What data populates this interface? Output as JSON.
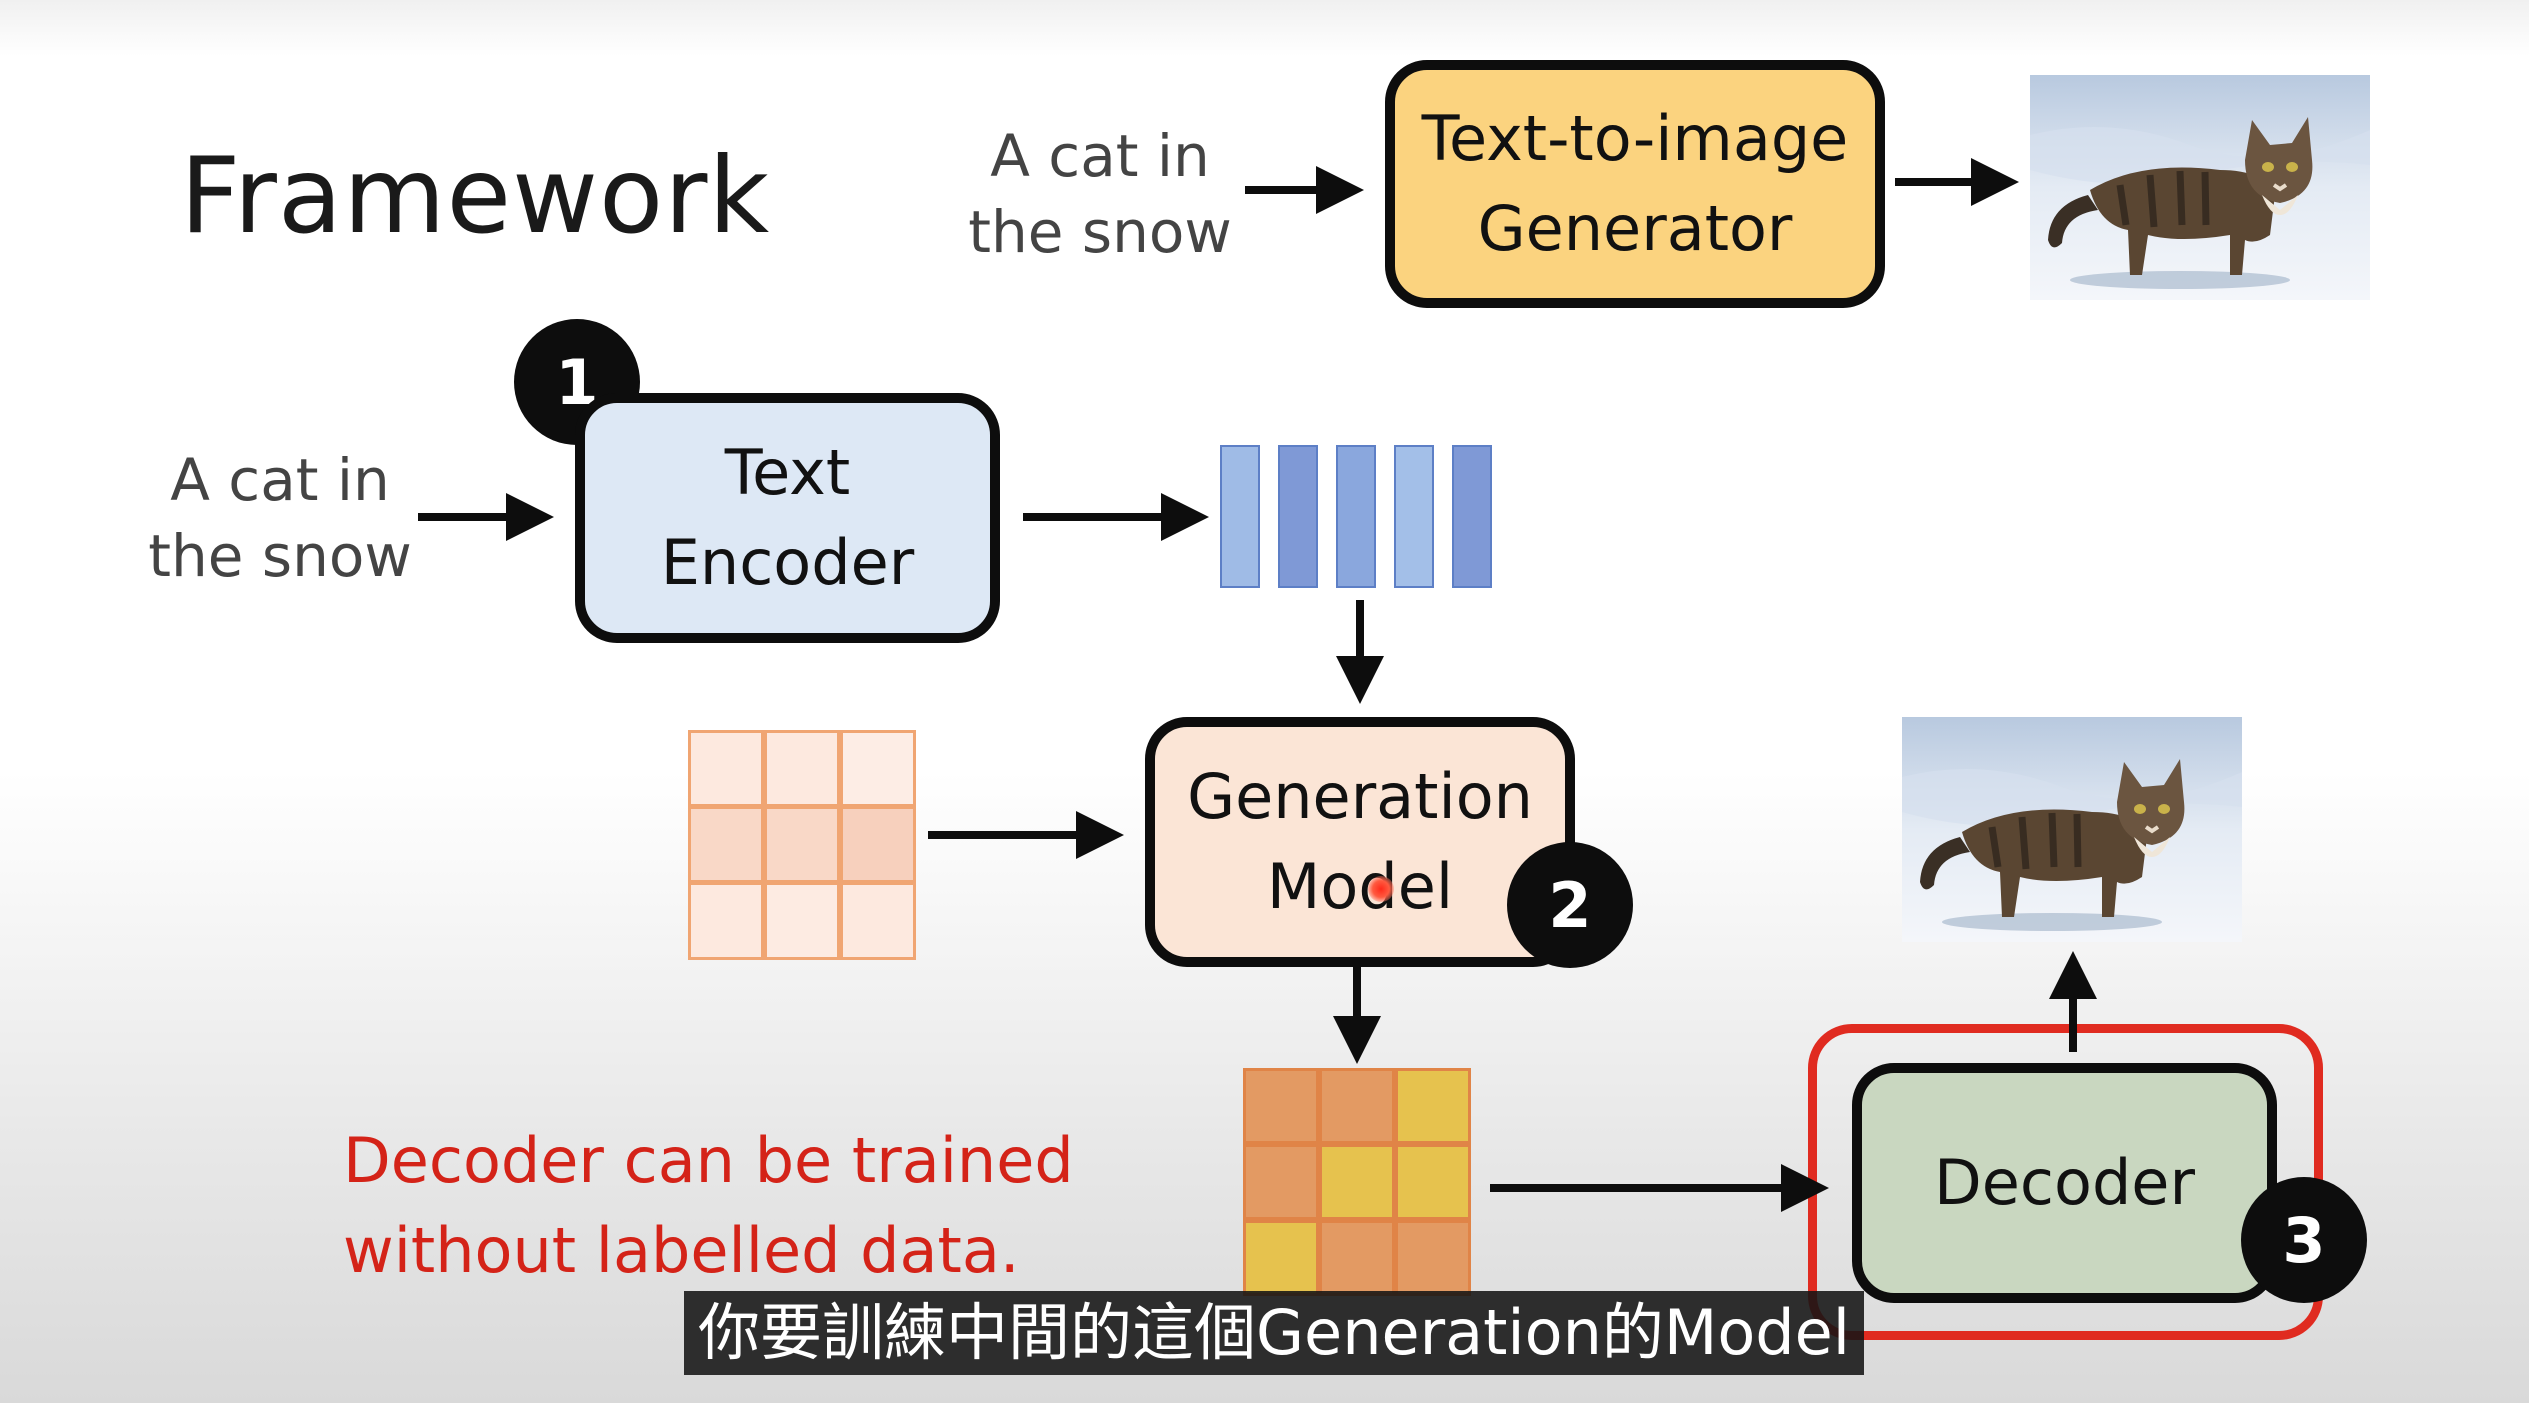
{
  "slide": {
    "title": "Framework",
    "top_prompt": [
      "A cat in",
      "the snow"
    ],
    "left_prompt": [
      "A cat in",
      "the snow"
    ],
    "generator_label": [
      "Text-to-image",
      "Generator"
    ],
    "encoder_label": [
      "Text",
      "Encoder"
    ],
    "generation_label": [
      "Generation",
      "Model"
    ],
    "decoder_label": "Decoder",
    "badges": [
      "1",
      "2",
      "3"
    ],
    "note": [
      "Decoder can be trained",
      "without labelled data."
    ],
    "subtitle": "你要訓練中間的這個Generation的Model"
  },
  "colors": {
    "generator_fill": "#fbd37f",
    "encoder_fill": "#dde8f5",
    "generation_fill": "#fbe5d6",
    "decoder_fill": "#c9d7c0",
    "highlight_border": "#e02b20",
    "note_text": "#d42318",
    "vector_fill": "#8aa7dd",
    "grid_light": "#fbe6da",
    "grid_orange": "#e39a63",
    "grid_yellow": "#e6c24e"
  },
  "icons": {
    "cat_photo": "cat-in-snow-photo",
    "laser_pointer": "red-pointer-dot"
  }
}
